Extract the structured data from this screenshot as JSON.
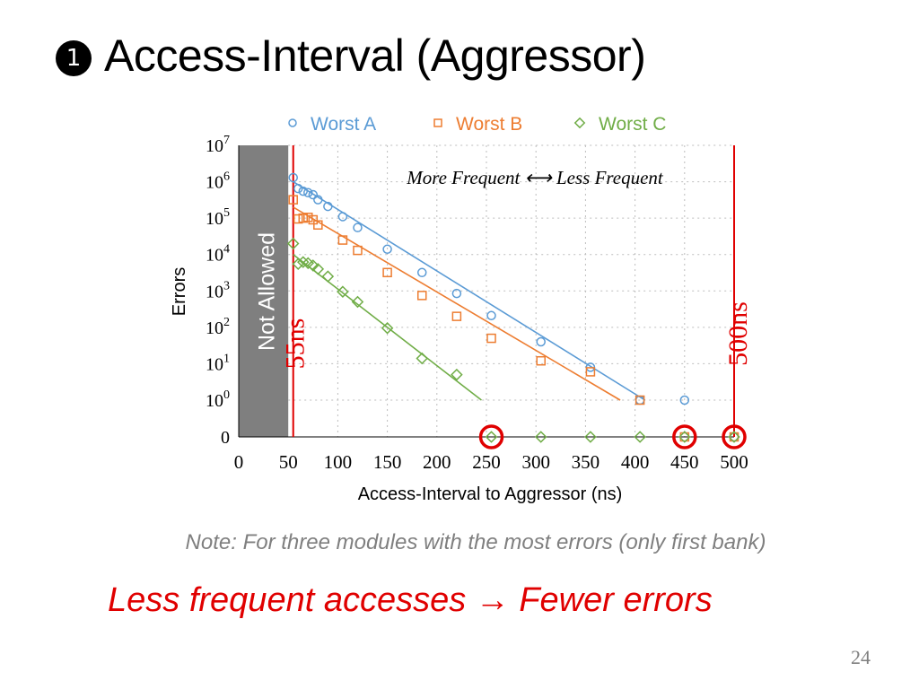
{
  "slide": {
    "badge": "1",
    "title": "Access-Interval (Aggressor)",
    "note": "Note: For three modules with the most errors (only first bank)",
    "takeaway": "Less frequent accesses → Fewer errors",
    "page_number": "24"
  },
  "colors": {
    "worst_a": "#5b9bd5",
    "worst_b": "#ed7d31",
    "worst_c": "#70ad47",
    "marker_red": "#e00000",
    "not_allowed_fill": "#7f7f7f"
  },
  "chart_data": {
    "type": "scatter",
    "xlabel": "Access-Interval to Aggressor (ns)",
    "ylabel": "Errors",
    "xlim": [
      0,
      500
    ],
    "xticks": [
      "0",
      "50",
      "100",
      "150",
      "200",
      "250",
      "300",
      "350",
      "400",
      "450",
      "500"
    ],
    "y_scale": "log, with a separate zero row below 10^0",
    "yticks": [
      {
        "base": "0",
        "exp": "",
        "value": 0
      },
      {
        "base": "10",
        "exp": "0",
        "value": 1
      },
      {
        "base": "10",
        "exp": "1",
        "value": 10
      },
      {
        "base": "10",
        "exp": "2",
        "value": 100
      },
      {
        "base": "10",
        "exp": "3",
        "value": 1000
      },
      {
        "base": "10",
        "exp": "4",
        "value": 10000
      },
      {
        "base": "10",
        "exp": "5",
        "value": 100000
      },
      {
        "base": "10",
        "exp": "6",
        "value": 1000000
      },
      {
        "base": "10",
        "exp": "7",
        "value": 10000000
      }
    ],
    "grid": true,
    "legend_position": "top",
    "series": [
      {
        "name": "Worst A",
        "marker": "circle",
        "color_key": "worst_a",
        "points": [
          [
            55,
            1300000
          ],
          [
            60,
            650000
          ],
          [
            65,
            550000
          ],
          [
            70,
            500000
          ],
          [
            75,
            440000
          ],
          [
            80,
            320000
          ],
          [
            90,
            210000
          ],
          [
            105,
            110000
          ],
          [
            120,
            55000
          ],
          [
            150,
            14000
          ],
          [
            185,
            3200
          ],
          [
            220,
            850
          ],
          [
            255,
            210
          ],
          [
            305,
            40
          ],
          [
            355,
            8
          ],
          [
            405,
            1
          ],
          [
            450,
            1
          ],
          [
            500,
            0
          ]
        ],
        "fit": [
          [
            55,
            1000000
          ],
          [
            410,
            1
          ]
        ]
      },
      {
        "name": "Worst B",
        "marker": "square",
        "color_key": "worst_b",
        "points": [
          [
            55,
            320000
          ],
          [
            60,
            95000
          ],
          [
            65,
            100000
          ],
          [
            70,
            105000
          ],
          [
            75,
            90000
          ],
          [
            80,
            65000
          ],
          [
            105,
            25000
          ],
          [
            120,
            13000
          ],
          [
            150,
            3200
          ],
          [
            185,
            750
          ],
          [
            220,
            200
          ],
          [
            255,
            50
          ],
          [
            305,
            12
          ],
          [
            355,
            6
          ],
          [
            405,
            1
          ],
          [
            450,
            0
          ],
          [
            500,
            0
          ]
        ],
        "fit": [
          [
            55,
            200000
          ],
          [
            385,
            1
          ]
        ]
      },
      {
        "name": "Worst C",
        "marker": "diamond",
        "color_key": "worst_c",
        "points": [
          [
            55,
            20000
          ],
          [
            60,
            5500
          ],
          [
            65,
            6200
          ],
          [
            70,
            5800
          ],
          [
            75,
            5000
          ],
          [
            80,
            4000
          ],
          [
            90,
            2500
          ],
          [
            105,
            950
          ],
          [
            120,
            500
          ],
          [
            150,
            95
          ],
          [
            185,
            14
          ],
          [
            220,
            5
          ],
          [
            255,
            0
          ],
          [
            305,
            0
          ],
          [
            355,
            0
          ],
          [
            405,
            0
          ],
          [
            450,
            0
          ],
          [
            500,
            0
          ]
        ],
        "fit": [
          [
            55,
            10000
          ],
          [
            245,
            1
          ]
        ]
      }
    ],
    "shaded_region": {
      "x_range": [
        0,
        50
      ],
      "label": "Not Allowed"
    },
    "vertical_lines": [
      {
        "x": 55,
        "label": "55ns"
      },
      {
        "x": 500,
        "label": "500ns"
      }
    ],
    "annotation": "More Frequent ⟷ Less Frequent",
    "highlighted_points": [
      {
        "x": 255,
        "y": 0
      },
      {
        "x": 450,
        "y": 0
      },
      {
        "x": 500,
        "y": 0
      }
    ]
  }
}
